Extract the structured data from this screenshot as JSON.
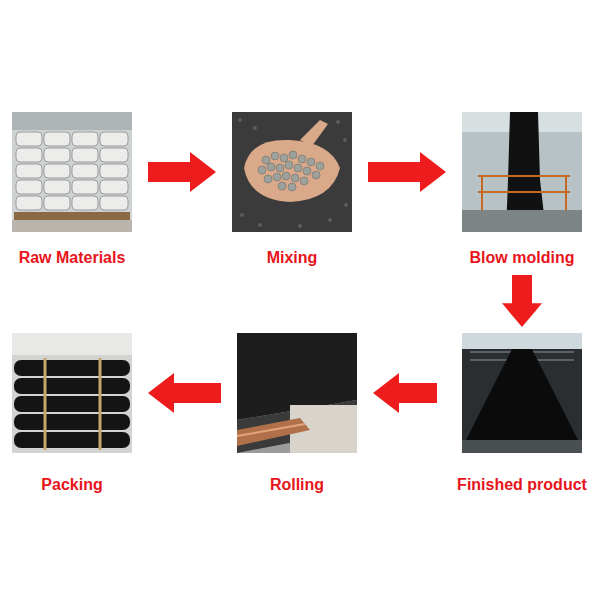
{
  "diagram": {
    "nodes": [
      {
        "text": [
          "Raw Materials"
        ]
      },
      {
        "text": [
          "Mixing"
        ]
      },
      {
        "text": [
          "Blow molding"
        ]
      },
      {
        "text": [
          "Finished product"
        ]
      },
      {
        "text": [
          "Rolling"
        ]
      },
      {
        "text": [
          "Packing"
        ]
      }
    ],
    "edges": [
      {
        "from": 0,
        "to": 1,
        "arrow": "to"
      },
      {
        "from": 1,
        "to": 2,
        "arrow": "to"
      },
      {
        "from": 2,
        "to": 3,
        "arrow": "to"
      },
      {
        "from": 3,
        "to": 4,
        "arrow": "to"
      },
      {
        "from": 4,
        "to": 5,
        "arrow": "to"
      }
    ]
  }
}
